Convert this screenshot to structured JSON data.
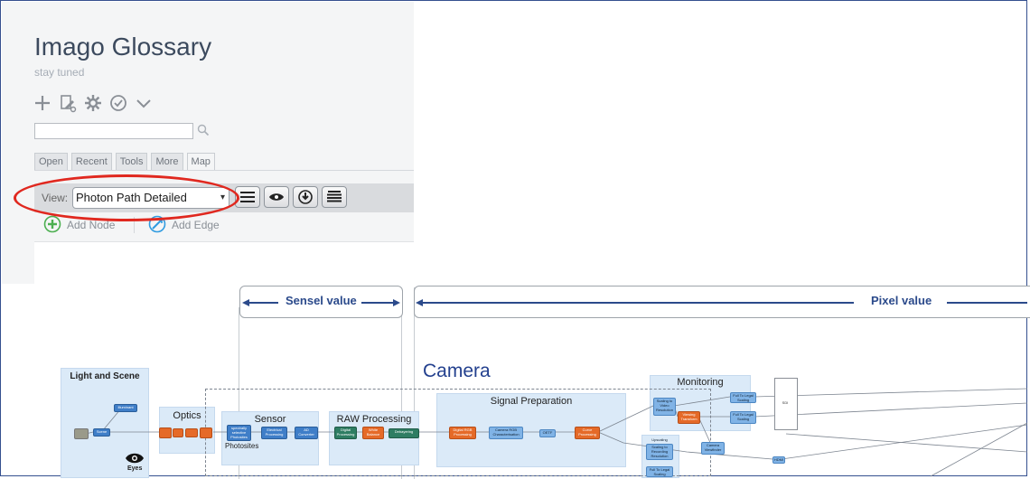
{
  "app": {
    "title": "Imago Glossary",
    "subtitle": "stay tuned"
  },
  "toolbar": {
    "icons": [
      "plus-icon",
      "edit-node-icon",
      "gear-icon",
      "check-circle-icon",
      "chevron-down-icon"
    ]
  },
  "search": {
    "value": "",
    "placeholder": ""
  },
  "tabs": [
    {
      "label": "Open"
    },
    {
      "label": "Recent"
    },
    {
      "label": "Tools"
    },
    {
      "label": "More"
    },
    {
      "label": "Map",
      "active": true
    }
  ],
  "view": {
    "label": "View:",
    "selected": "Photon Path Detailed",
    "buttons": [
      "list-icon",
      "eye-icon",
      "download-icon",
      "stack-icon"
    ]
  },
  "actions": {
    "add_node": "Add Node",
    "add_edge": "Add Edge"
  },
  "annotation": {
    "highlight_color": "#e0281f"
  },
  "diagram": {
    "sensel_value": "Sensel value",
    "pixel_value": "Pixel value",
    "camera": "Camera",
    "groups": {
      "light_scene": "Light and Scene",
      "optics": "Optics",
      "sensor": "Sensor",
      "raw_processing": "RAW Processing",
      "signal_preparation": "Signal Preparation",
      "monitoring": "Monitoring"
    },
    "labels": {
      "photosites": "Photosites",
      "eyes": "Eyes"
    },
    "nodes": {
      "illuminant": "Illuminant",
      "scene": "Scene",
      "spectral_photosites": "spectrally selective Photosites",
      "electrical_processing": "Electrical Processing",
      "ad_converter": "AD Converter",
      "digital_processing": "Digital Processing",
      "white_balance": "White Balance",
      "debayering": "Debayering",
      "digital_rgb": "Digital RGB Processing",
      "camera_rgb": "Camera RGB Characterisation",
      "oetf": "OETF",
      "curve_processing": "Curve Processing",
      "scaling_video": "Scaling to Video Resolution",
      "viewing_transform": "Viewing Transform",
      "full_to_legal_1": "Full To Legal Scaling",
      "full_to_legal_2": "Full To Legal Scaling",
      "upscaling": "Upscaling",
      "scaling_recording": "Scaling to Recording Resolution",
      "full_to_legal_3": "Full To Legal Scaling",
      "camera_viewfinder": "Camera Viewfinder",
      "hdmi": "HDMI",
      "sdi": "SDI"
    },
    "colors": {
      "blue_node": "#3f7ec8",
      "orange_node": "#e56a28",
      "green_node": "#2e7d63",
      "group_bg": "#dbeaf8",
      "accent_text": "#2b4a8b"
    }
  }
}
